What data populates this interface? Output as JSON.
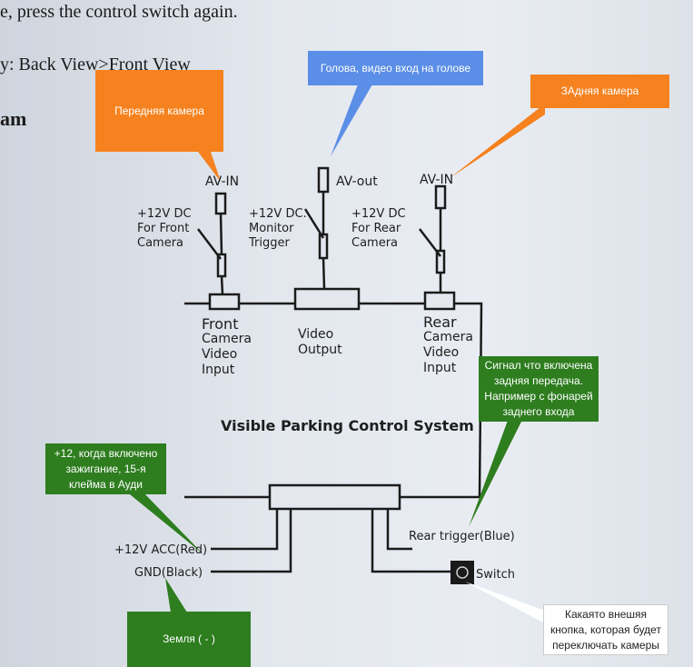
{
  "document": {
    "line1": "e, press the control switch again.",
    "line2": "y: Back View>Front View",
    "line3": "am"
  },
  "diagram": {
    "av_in_front": "AV-IN",
    "av_out": "AV-out",
    "av_in_rear": "AV-IN",
    "power_front": [
      "+12V DC",
      "For Front",
      "Camera"
    ],
    "monitor_trigger": [
      "+12V DC.",
      "Monitor",
      "Trigger"
    ],
    "power_rear": [
      "+12V DC",
      "For Rear",
      "Camera"
    ],
    "front_input": [
      "Front",
      "Camera",
      "Video",
      "Input"
    ],
    "video_output": [
      "Video",
      "Output"
    ],
    "rear_input": [
      "Rear",
      "Camera",
      "Video",
      "Input"
    ],
    "system_title": "Visible Parking Control System",
    "acc": "+12V ACC(Red)",
    "gnd": "GND(Black)",
    "rear_trigger": "Rear trigger(Blue)",
    "switch": "Switch"
  },
  "callouts": {
    "front_camera": "Передняя камера",
    "head_video": "Голова, видео вход на голове",
    "rear_camera": "ЗАдняя камера",
    "rear_signal": "Сигнал что включена задняя передача. Например с фонарей заднего входа",
    "acc_note": "+12, когда включено зажигание, 15-я клейма в Ауди",
    "ground": "Земля ( - )",
    "switch_note": "Какаято внешяя кнопка, которая будет переключать камеры"
  },
  "colors": {
    "orange": "#f5821f",
    "blue": "#5b8ee6",
    "green": "#2e7d1f",
    "white": "#ffffff"
  }
}
